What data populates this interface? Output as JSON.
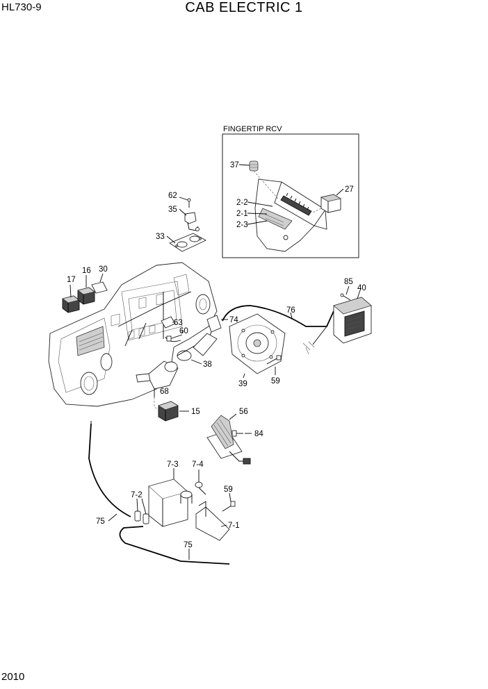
{
  "header": {
    "model": "HL730-9",
    "title": "CAB ELECTRIC 1"
  },
  "footer": {
    "page_number": "2010"
  },
  "inset": {
    "title": "FINGERTIP RCV"
  },
  "callouts": {
    "c62": "62",
    "c35": "35",
    "c33": "33",
    "c17": "17",
    "c16": "16",
    "c30": "30",
    "c37": "37",
    "c27": "27",
    "c2_2": "2-2",
    "c2_1": "2-1",
    "c2_3": "2-3",
    "c85": "85",
    "c40": "40",
    "c76": "76",
    "c74": "74",
    "c63": "63",
    "c60": "60",
    "c38": "38",
    "c68": "68",
    "c39": "39",
    "c59a": "59",
    "c15": "15",
    "c56": "56",
    "c84": "84",
    "c7_3": "7-3",
    "c7_4": "7-4",
    "c59b": "59",
    "c7_2": "7-2",
    "c75a": "75",
    "c7_1": "7-1",
    "c75b": "75"
  }
}
